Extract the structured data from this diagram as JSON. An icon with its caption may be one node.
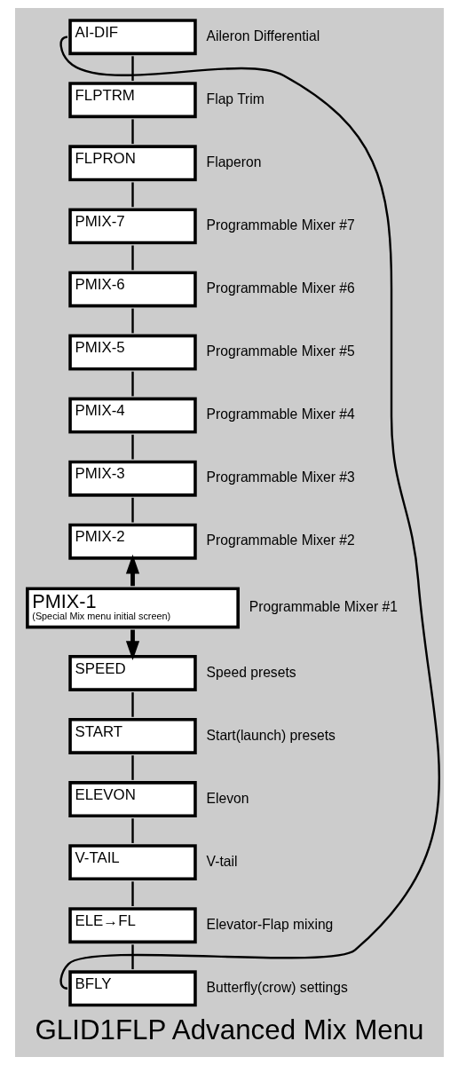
{
  "diagram": {
    "title": "GLID1FLP Advanced Mix Menu",
    "nodes": [
      {
        "text": [
          "AI-DIF"
        ],
        "beside": [
          "Aileron Differential"
        ]
      },
      {
        "text": [
          "FLPTRM"
        ],
        "beside": [
          "Flap Trim"
        ]
      },
      {
        "text": [
          "FLPRON"
        ],
        "beside": [
          "Flaperon"
        ]
      },
      {
        "text": [
          "PMIX-7"
        ],
        "beside": [
          "Programmable Mixer #7"
        ]
      },
      {
        "text": [
          "PMIX-6"
        ],
        "beside": [
          "Programmable Mixer #6"
        ]
      },
      {
        "text": [
          "PMIX-5"
        ],
        "beside": [
          "Programmable Mixer #5"
        ]
      },
      {
        "text": [
          "PMIX-4"
        ],
        "beside": [
          "Programmable Mixer #4"
        ]
      },
      {
        "text": [
          "PMIX-3"
        ],
        "beside": [
          "Programmable Mixer #3"
        ]
      },
      {
        "text": [
          "PMIX-2"
        ],
        "beside": [
          "Programmable Mixer #2"
        ]
      },
      {
        "text": [
          "PMIX-1",
          "(Special Mix menu initial screen)"
        ],
        "beside": [
          "Programmable Mixer #1"
        ]
      },
      {
        "text": [
          "SPEED"
        ],
        "beside": [
          "Speed presets"
        ]
      },
      {
        "text": [
          "START"
        ],
        "beside": [
          "Start(launch) presets"
        ]
      },
      {
        "text": [
          "ELEVON"
        ],
        "beside": [
          "Elevon"
        ]
      },
      {
        "text": [
          "V-TAIL"
        ],
        "beside": [
          "V-tail"
        ]
      },
      {
        "text": [
          "ELE→FL"
        ],
        "beside": [
          "Elevator-Flap mixing"
        ]
      },
      {
        "text": [
          "BFLY"
        ],
        "beside": [
          "Butterfly(crow) settings"
        ]
      }
    ],
    "edges": [
      {
        "from": 0,
        "to": 1,
        "arrow": "none"
      },
      {
        "from": 1,
        "to": 2,
        "arrow": "none"
      },
      {
        "from": 2,
        "to": 3,
        "arrow": "none"
      },
      {
        "from": 3,
        "to": 4,
        "arrow": "none"
      },
      {
        "from": 4,
        "to": 5,
        "arrow": "none"
      },
      {
        "from": 5,
        "to": 6,
        "arrow": "none"
      },
      {
        "from": 6,
        "to": 7,
        "arrow": "none"
      },
      {
        "from": 7,
        "to": 8,
        "arrow": "none"
      },
      {
        "from": 9,
        "to": 8,
        "arrow": "to",
        "style": "thick"
      },
      {
        "from": 9,
        "to": 10,
        "arrow": "to",
        "style": "thick"
      },
      {
        "from": 10,
        "to": 11,
        "arrow": "none"
      },
      {
        "from": 11,
        "to": 12,
        "arrow": "none"
      },
      {
        "from": 12,
        "to": 13,
        "arrow": "none"
      },
      {
        "from": 13,
        "to": 14,
        "arrow": "none"
      },
      {
        "from": 14,
        "to": 15,
        "arrow": "none"
      },
      {
        "from": 15,
        "to": 0,
        "arrow": "none"
      }
    ]
  }
}
